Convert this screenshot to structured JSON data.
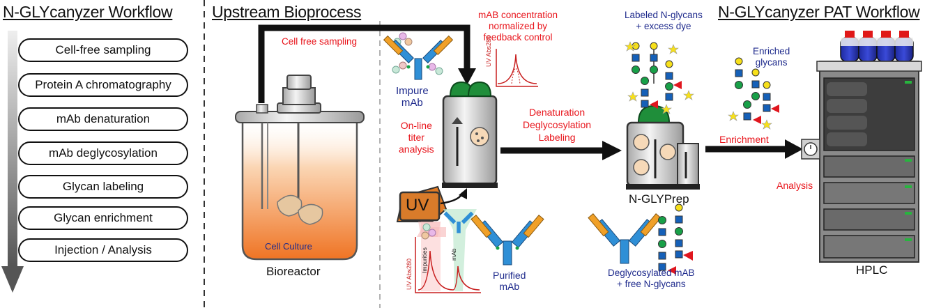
{
  "headings": {
    "left": "N-GLYcanyzer Workflow",
    "middle": "Upstream Bioprocess",
    "right": "N-GLYcanyzer PAT  Workflow"
  },
  "workflow_steps": [
    "Cell-free sampling",
    "Protein A chromatography",
    "mAb denaturation",
    "mAb deglycosylation",
    "Glycan labeling",
    "Glycan enrichment",
    "Injection / Analysis"
  ],
  "labels": {
    "cell_free_sampling": "Cell free sampling",
    "mab_concentration": "mAB concentration\nnormalized by\nfeedback control",
    "impure_mab": "Impure\nmAb",
    "online_titer": "On-line\ntiter\nanalysis",
    "uv_box": "UV",
    "cell_culture": "Cell Culture",
    "bioreactor": "Bioreactor",
    "purified_mab": "Purified\nmAb",
    "den_deg_lab": "Denaturation\nDeglycosylation\nLabeling",
    "nglyprep": "N-GLYPrep",
    "labeled_glycans": "Labeled N-glycans\n+ excess dye",
    "deglycosylated": "Deglycosylated mAB\n+ free N-glycans",
    "enriched_glycans": "Enriched\nglycans",
    "enrichment": "Enrichment",
    "analysis": "Analysis",
    "hplc": "HPLC",
    "uv_abs_280": "UV Abs280",
    "impurities": "Impurities",
    "mab_peak": "mAb"
  },
  "colors": {
    "red": "#e8141b",
    "navy": "#1e2a8c",
    "culture_orange": "#f0802a",
    "antibody_blue": "#2f8fd6",
    "antibody_orange": "#f0a028",
    "glycan_green": "#18a048",
    "glycan_blue": "#1560b8",
    "glycan_yellow": "#f7e01a",
    "glycan_red": "#e0161e"
  }
}
